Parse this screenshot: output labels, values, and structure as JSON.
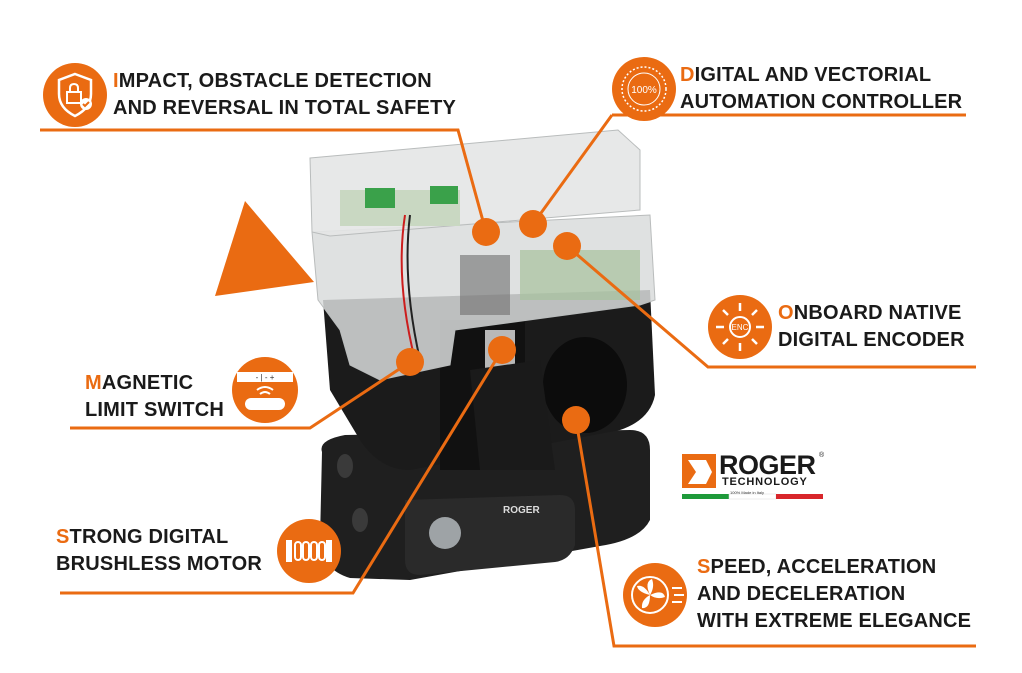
{
  "colors": {
    "accent": "#ea6b12",
    "text": "#1a1a1a",
    "device_dark": "#1e1e1e",
    "cover": "#d9dcdc"
  },
  "features": [
    {
      "id": "impact",
      "first": "I",
      "lines": [
        "MPACT, OBSTACLE DETECTION",
        "AND REVERSAL IN TOTAL SAFETY"
      ],
      "icon": "shield-check-icon"
    },
    {
      "id": "controller",
      "first": "D",
      "lines": [
        "IGITAL AND VECTORIAL",
        "AUTOMATION CONTROLLER"
      ],
      "icon": "percent-dial-icon",
      "icon_text": "100%"
    },
    {
      "id": "encoder",
      "first": "O",
      "lines": [
        "NBOARD NATIVE",
        "DIGITAL ENCODER"
      ],
      "icon": "encoder-icon",
      "icon_text": "ENC"
    },
    {
      "id": "limit",
      "first": "M",
      "lines": [
        "AGNETIC",
        "LIMIT SWITCH"
      ],
      "icon": "magnetic-limit-switch-icon",
      "icon_text": "- | - +"
    },
    {
      "id": "motor",
      "first": "S",
      "lines": [
        "TRONG DIGITAL",
        "BRUSHLESS MOTOR"
      ],
      "icon": "motor-coil-icon"
    },
    {
      "id": "speed",
      "first": "S",
      "lines": [
        "PEED, ACCELERATION",
        "AND DECELERATION",
        "WITH EXTREME ELEGANCE"
      ],
      "icon": "fan-speed-icon"
    }
  ],
  "brand": {
    "name": "ROGER",
    "registered": "®",
    "subtitle": "TECHNOLOGY",
    "tagline": "100% Made in Italy",
    "flag_colors": [
      "#1e9a3a",
      "#ffffff",
      "#d8262b"
    ]
  },
  "device_badge": "ROGER"
}
